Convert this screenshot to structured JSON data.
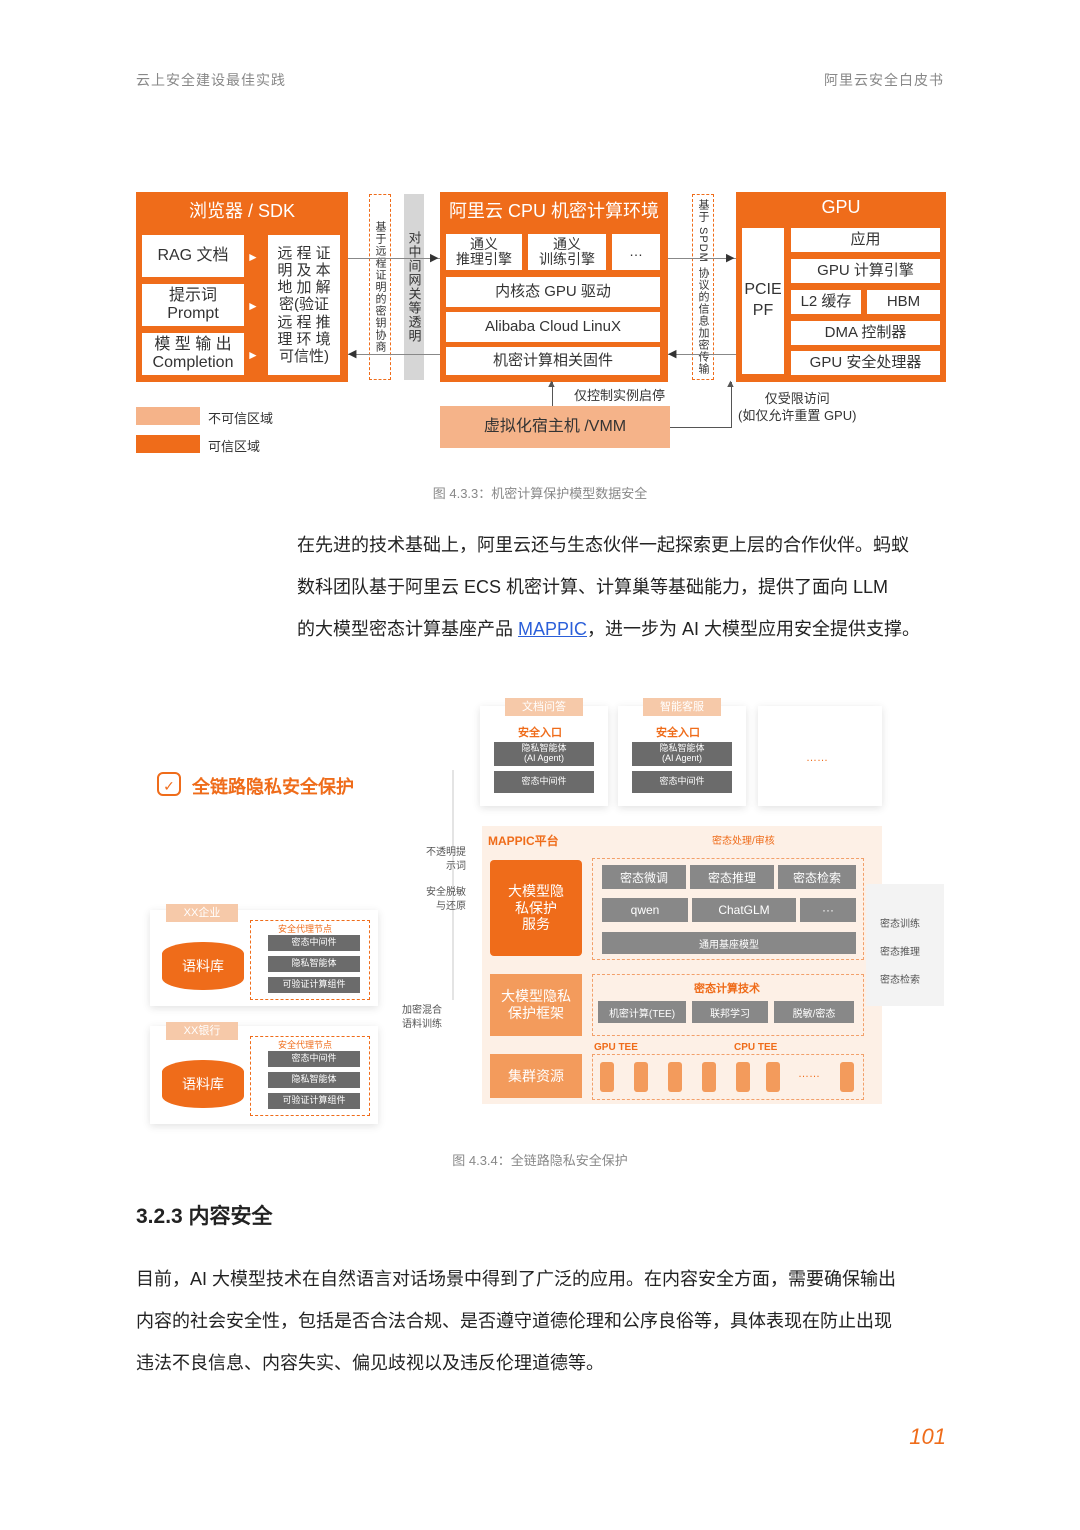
{
  "header": {
    "left": "云上安全建设最佳实践",
    "right": "阿里云安全白皮书"
  },
  "diagram1": {
    "browser": {
      "title": "浏览器 / SDK",
      "items": [
        "RAG 文档",
        "提示词\nPrompt",
        "模 型 输 出\nCompletion"
      ],
      "verify": "远 程 证\n明 及 本\n地 加 解\n密(验证\n远 程 推\n理 环 境\n可信性)"
    },
    "vlabel1": "基于远程证明的密钥协商",
    "vlabel2": "对中间网关等透明",
    "cpu": {
      "title": "阿里云 CPU 机密计算环境",
      "row1": [
        "通义\n推理引擎",
        "通义\n训练引擎",
        "…"
      ],
      "rows": [
        "内核态 GPU 驱动",
        "Alibaba Cloud LinuX",
        "机密计算相关固件"
      ]
    },
    "vlabel3": "基于 SPDM 协议的信息加密传输",
    "gpu": {
      "title": "GPU",
      "pcie": "PCIE\nPF",
      "items": [
        "应用",
        "GPU 计算引擎",
        "L2 缓存",
        "HBM",
        "DMA 控制器",
        "GPU 安全处理器"
      ]
    },
    "vmm": "虚拟化宿主机 /VMM",
    "note_start": "仅控制实例启停",
    "note_access": "仅受限访问\n(如仅允许重置 GPU)",
    "legend": [
      "不可信区域",
      "可信区域"
    ]
  },
  "caption1": "图 4.3.3：机密计算保护模型数据安全",
  "para1": {
    "line1": "在先进的技术基础上，阿里云还与生态伙伴一起探索更上层的合作伙伴。蚂蚁",
    "line2": "数科团队基于阿里云 ECS 机密计算、计算巢等基础能力，提供了面向 LLM",
    "line3a": "的大模型密态计算基座产品 ",
    "link": "MAPPIC",
    "line3b": "，进一步为 AI 大模型应用安全提供支撑。"
  },
  "diagram2": {
    "title": "全链路隐私安全保护",
    "top_cards": [
      {
        "tag": "文档问答",
        "entry": "安全入口",
        "bar1": "隐私智能体\n(AI Agent)",
        "bar2": "密态中间件"
      },
      {
        "tag": "智能客服",
        "entry": "安全入口",
        "bar1": "隐私智能体\n(AI Agent)",
        "bar2": "密态中间件"
      }
    ],
    "top_more": "……",
    "mappic": "MAPPIC平台",
    "proc": "密态处理/审核",
    "left_notes": [
      "不透明提\n示词",
      "安全脱敏\n与还原",
      "加密混合\n语料训练"
    ],
    "orgs": [
      {
        "tag": "XX企业",
        "db": "语料库",
        "node": "安全代理节点",
        "items": [
          "密态中间件",
          "隐私智能体",
          "可验证计算组件"
        ]
      },
      {
        "tag": "XX银行",
        "db": "语料库",
        "node": "安全代理节点",
        "items": [
          "密态中间件",
          "隐私智能体",
          "可验证计算组件"
        ]
      }
    ],
    "svc": "大模型隐\n私保护\n服务",
    "svc_items": [
      "密态微调",
      "密态推理",
      "密态检索",
      "qwen",
      "ChatGLM",
      "···",
      "通用基座模型"
    ],
    "frame": "大模型隐私\n保护框架",
    "tech": "密态计算技术",
    "tech_items": [
      "机密计算(TEE)",
      "联邦学习",
      "脱敏/密态"
    ],
    "cluster": "集群资源",
    "gpu_tee": "GPU TEE",
    "cpu_tee": "CPU TEE",
    "cluster_more": "……",
    "right_notes": [
      "密态训练",
      "密态推理",
      "密态检索"
    ]
  },
  "caption2": "图 4.3.4：全链路隐私安全保护",
  "section": "3.2.3 内容安全",
  "para2": [
    "目前，AI 大模型技术在自然语言对话场景中得到了广泛的应用。在内容安全方面，需要确保输出",
    "内容的社会安全性，包括是否合法合规、是否遵守道德伦理和公序良俗等，具体表现在防止出现",
    "违法不良信息、内容失实、偏见歧视以及违反伦理道德等。"
  ],
  "page_number": "101"
}
